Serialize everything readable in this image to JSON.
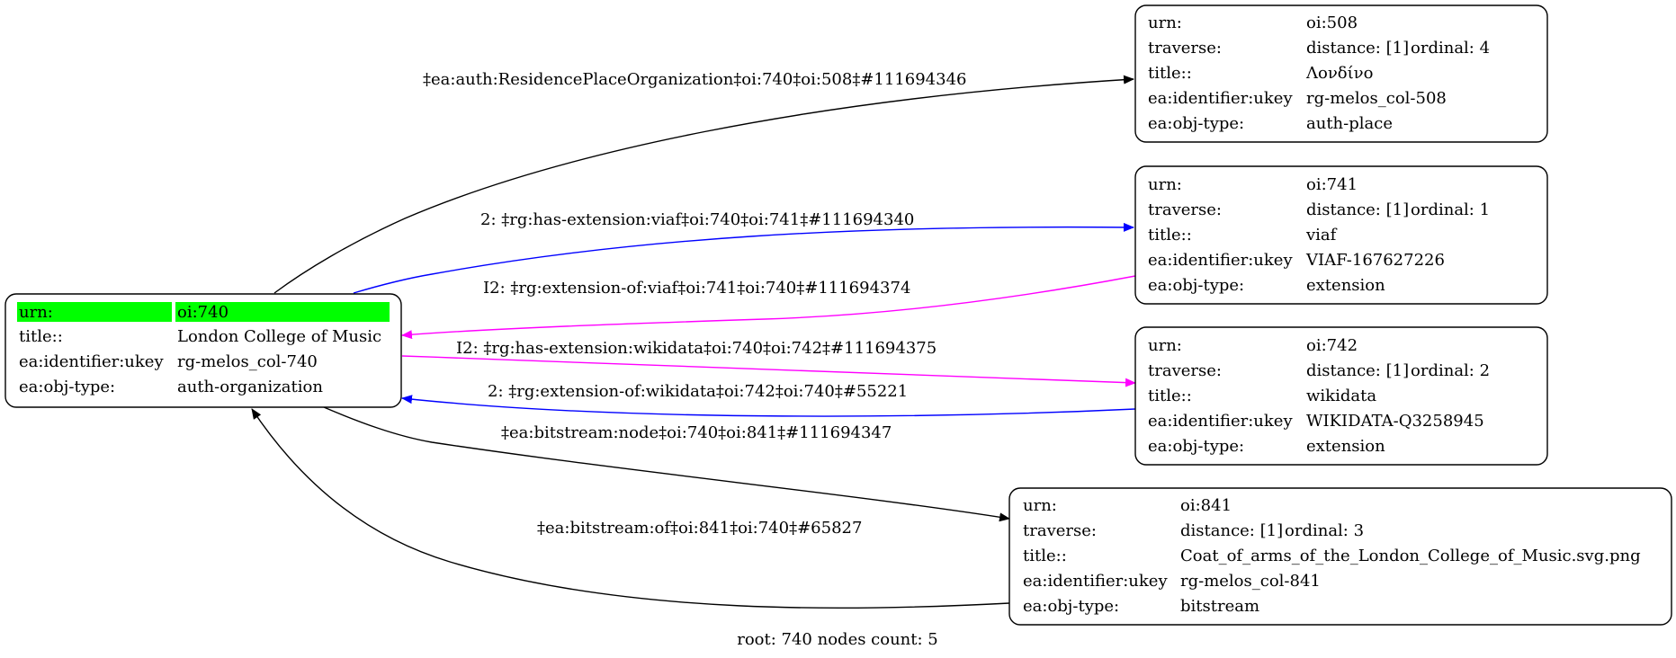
{
  "nodes": {
    "root": {
      "rows": [
        {
          "key": "urn:",
          "val": "oi:740"
        },
        {
          "key": "title::",
          "val": "London College of Music"
        },
        {
          "key": "ea:identifier:ukey",
          "val": "rg-melos_col-740"
        },
        {
          "key": "ea:obj-type:",
          "val": "auth-organization"
        }
      ],
      "highlight_color": "#00ff00"
    },
    "n508": {
      "rows": [
        {
          "key": "urn:",
          "val": "oi:508"
        },
        {
          "key": "traverse:",
          "val": "distance: [1]",
          "extra": "ordinal: 4"
        },
        {
          "key": "title::",
          "val": "Λονδίνο"
        },
        {
          "key": "ea:identifier:ukey",
          "val": "rg-melos_col-508"
        },
        {
          "key": "ea:obj-type:",
          "val": "auth-place"
        }
      ]
    },
    "n741": {
      "rows": [
        {
          "key": "urn:",
          "val": "oi:741"
        },
        {
          "key": "traverse:",
          "val": "distance: [1]",
          "extra": "ordinal: 1"
        },
        {
          "key": "title::",
          "val": "viaf"
        },
        {
          "key": "ea:identifier:ukey",
          "val": "VIAF-167627226"
        },
        {
          "key": "ea:obj-type:",
          "val": "extension"
        }
      ]
    },
    "n742": {
      "rows": [
        {
          "key": "urn:",
          "val": "oi:742"
        },
        {
          "key": "traverse:",
          "val": "distance: [1]",
          "extra": "ordinal: 2"
        },
        {
          "key": "title::",
          "val": "wikidata"
        },
        {
          "key": "ea:identifier:ukey",
          "val": "WIKIDATA-Q3258945"
        },
        {
          "key": "ea:obj-type:",
          "val": "extension"
        }
      ]
    },
    "n841": {
      "rows": [
        {
          "key": "urn:",
          "val": "oi:841"
        },
        {
          "key": "traverse:",
          "val": "distance: [1]",
          "extra": "ordinal: 3"
        },
        {
          "key": "title::",
          "val": "Coat_of_arms_of_the_London_College_of_Music.svg.png"
        },
        {
          "key": "ea:identifier:ukey",
          "val": "rg-melos_col-841"
        },
        {
          "key": "ea:obj-type:",
          "val": "bitstream"
        }
      ]
    }
  },
  "edges": [
    {
      "label": "‡ea:auth:ResidencePlaceOrganization‡oi:740‡oi:508‡#111694346",
      "color": "#000000"
    },
    {
      "label": "2: ‡rg:has-extension:viaf‡oi:740‡oi:741‡#111694340",
      "color": "#0000ff"
    },
    {
      "label": "I2: ‡rg:extension-of:viaf‡oi:741‡oi:740‡#111694374",
      "color": "#ff00ff"
    },
    {
      "label": "I2: ‡rg:has-extension:wikidata‡oi:740‡oi:742‡#111694375",
      "color": "#ff00ff"
    },
    {
      "label": "2: ‡rg:extension-of:wikidata‡oi:742‡oi:740‡#55221",
      "color": "#0000ff"
    },
    {
      "label": "‡ea:bitstream:node‡oi:740‡oi:841‡#111694347",
      "color": "#000000"
    },
    {
      "label": "‡ea:bitstream:of‡oi:841‡oi:740‡#65827",
      "color": "#000000"
    }
  ],
  "footer": "root: 740 nodes count: 5"
}
